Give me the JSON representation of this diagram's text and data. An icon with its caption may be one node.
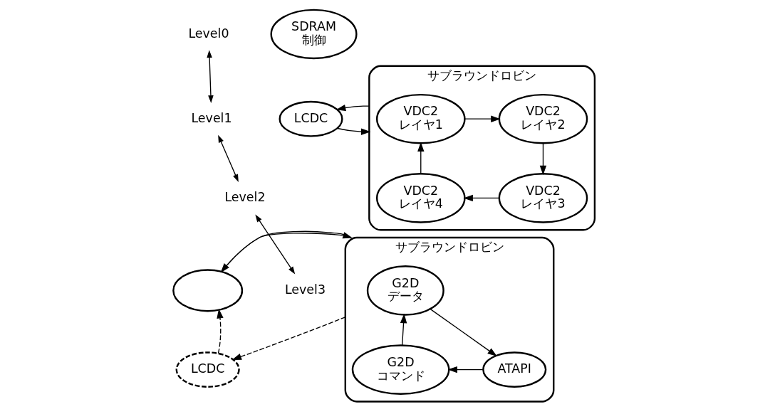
{
  "diagram": {
    "nodes": [
      {
        "text": [
          "SDRAM 制御"
        ]
      },
      {
        "text": [
          "LCDC"
        ]
      },
      {
        "text": [
          "サブラウンドロビン"
        ]
      },
      {
        "text": [
          "VDC2 レイヤ1"
        ],
        "in": 2
      },
      {
        "text": [
          "VDC2 レイヤ2"
        ],
        "in": 2
      },
      {
        "text": [
          "VDC2 レイヤ3"
        ],
        "in": 2
      },
      {
        "text": [
          "VDC2 レイヤ4"
        ],
        "in": 2
      },
      {
        "text": [],
        "shape": "ellipse"
      },
      {
        "text": [
          "LCDC"
        ]
      },
      {
        "text": [
          "サブラウンドロビン"
        ]
      },
      {
        "text": [
          "G2D データ"
        ],
        "in": 9
      },
      {
        "text": [
          "ATAPI"
        ],
        "in": 9
      },
      {
        "text": [
          "G2D コマンド"
        ],
        "in": 9
      }
    ],
    "edges": [
      {
        "from": 1,
        "to": 2,
        "arrow": "to"
      },
      {
        "from": 2,
        "to": 1,
        "arrow": "to"
      },
      {
        "from": 3,
        "to": 4,
        "arrow": "to"
      },
      {
        "from": 4,
        "to": 5,
        "arrow": "to"
      },
      {
        "from": 5,
        "to": 6,
        "arrow": "to"
      },
      {
        "from": 6,
        "to": 3,
        "arrow": "to"
      },
      {
        "from": 7,
        "to": 9,
        "arrow": "to"
      },
      {
        "from": 9,
        "to": 7,
        "arrow": "to"
      },
      {
        "from": 8,
        "to": 7,
        "arrow": "to",
        "style": "dashed"
      },
      {
        "from": 9,
        "to": 8,
        "arrow": "to",
        "style": "dashed"
      },
      {
        "from": 10,
        "to": 11,
        "arrow": "to"
      },
      {
        "from": 11,
        "to": 12,
        "arrow": "to"
      },
      {
        "from": 12,
        "to": 10,
        "arrow": "to"
      }
    ],
    "labels": [
      "Level0",
      "Level1",
      "Level2",
      "Level3"
    ]
  }
}
